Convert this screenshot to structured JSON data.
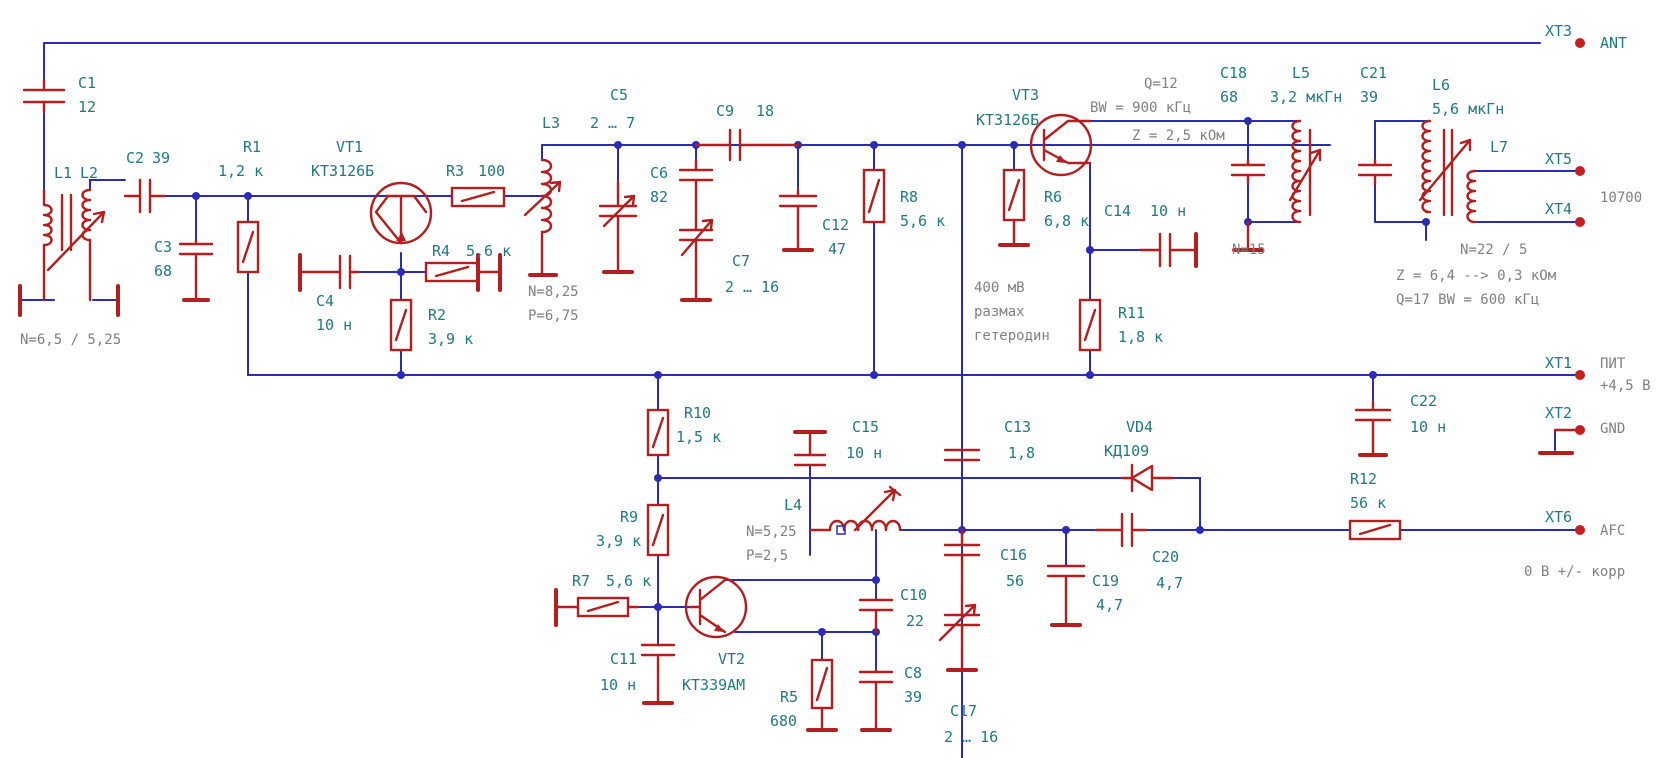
{
  "connectors": [
    {
      "name": "XT3",
      "net": "ANT"
    },
    {
      "name": "XT5",
      "net": ""
    },
    {
      "name": "XT4",
      "net": "10700"
    },
    {
      "name": "XT1",
      "net": "ПИТ",
      "net2": "+4,5 В"
    },
    {
      "name": "XT2",
      "net": "GND"
    },
    {
      "name": "XT6",
      "net": "AFC"
    }
  ],
  "components": [
    {
      "ref": "C1",
      "value": "12"
    },
    {
      "ref": "L1",
      "value": ""
    },
    {
      "ref": "L2",
      "value": ""
    },
    {
      "ref": "C2",
      "value": "39"
    },
    {
      "ref": "C3",
      "value": "68"
    },
    {
      "ref": "R1",
      "value": "1,2  к"
    },
    {
      "ref": "VT1",
      "value": "КТ3126Б"
    },
    {
      "ref": "R3",
      "value": "100"
    },
    {
      "ref": "C4",
      "value": "10 н"
    },
    {
      "ref": "R4",
      "value": "5,6 к"
    },
    {
      "ref": "R2",
      "value": "3,9 к"
    },
    {
      "ref": "L3",
      "value": ""
    },
    {
      "ref": "C5",
      "value": "2  …  7"
    },
    {
      "ref": "C6",
      "value": "82"
    },
    {
      "ref": "C7",
      "value": "2 … 16"
    },
    {
      "ref": "C9",
      "value": "18"
    },
    {
      "ref": "C12",
      "value": "47"
    },
    {
      "ref": "R8",
      "value": "5,6 к"
    },
    {
      "ref": "VT3",
      "value": "КТ3126Б"
    },
    {
      "ref": "R6",
      "value": "6,8 к"
    },
    {
      "ref": "C14",
      "value": "10 н"
    },
    {
      "ref": "R11",
      "value": "1,8 к"
    },
    {
      "ref": "C18",
      "value": "68"
    },
    {
      "ref": "L5",
      "value": "3,2 мкГн"
    },
    {
      "ref": "C21",
      "value": "39"
    },
    {
      "ref": "L6",
      "value": "5,6 мкГн"
    },
    {
      "ref": "L7",
      "value": ""
    },
    {
      "ref": "C22",
      "value": "10 н"
    },
    {
      "ref": "R10",
      "value": "1,5 к"
    },
    {
      "ref": "C15",
      "value": "10 н"
    },
    {
      "ref": "C13",
      "value": "1,8"
    },
    {
      "ref": "VD4",
      "value": "КД109"
    },
    {
      "ref": "R12",
      "value": "56 к"
    },
    {
      "ref": "L4",
      "value": ""
    },
    {
      "ref": "R9",
      "value": "3,9 к"
    },
    {
      "ref": "R7",
      "value": "5,6 к"
    },
    {
      "ref": "C11",
      "value": "10 н"
    },
    {
      "ref": "VT2",
      "value": "КТ339АМ"
    },
    {
      "ref": "C10",
      "value": "22"
    },
    {
      "ref": "C8",
      "value": "39"
    },
    {
      "ref": "R5",
      "value": "680"
    },
    {
      "ref": "C16",
      "value": "56"
    },
    {
      "ref": "C17",
      "value": "2 … 16"
    },
    {
      "ref": "C19",
      "value": "4,7"
    },
    {
      "ref": "C20",
      "value": "4,7"
    }
  ],
  "notes": [
    "N=6,5 / 5,25",
    "N=8,25",
    "P=6,75",
    "Q=12",
    "BW = 900 кГц",
    "Z = 2,5 кОм",
    "N=15",
    "N=22 / 5",
    "Z = 6,4 --> 0,3 кОм",
    "Q=17   BW = 600 кГц",
    "400 мВ",
    "размах",
    "гетеродин",
    "N=5,25",
    "P=2,5",
    "0 В +/- корр"
  ]
}
